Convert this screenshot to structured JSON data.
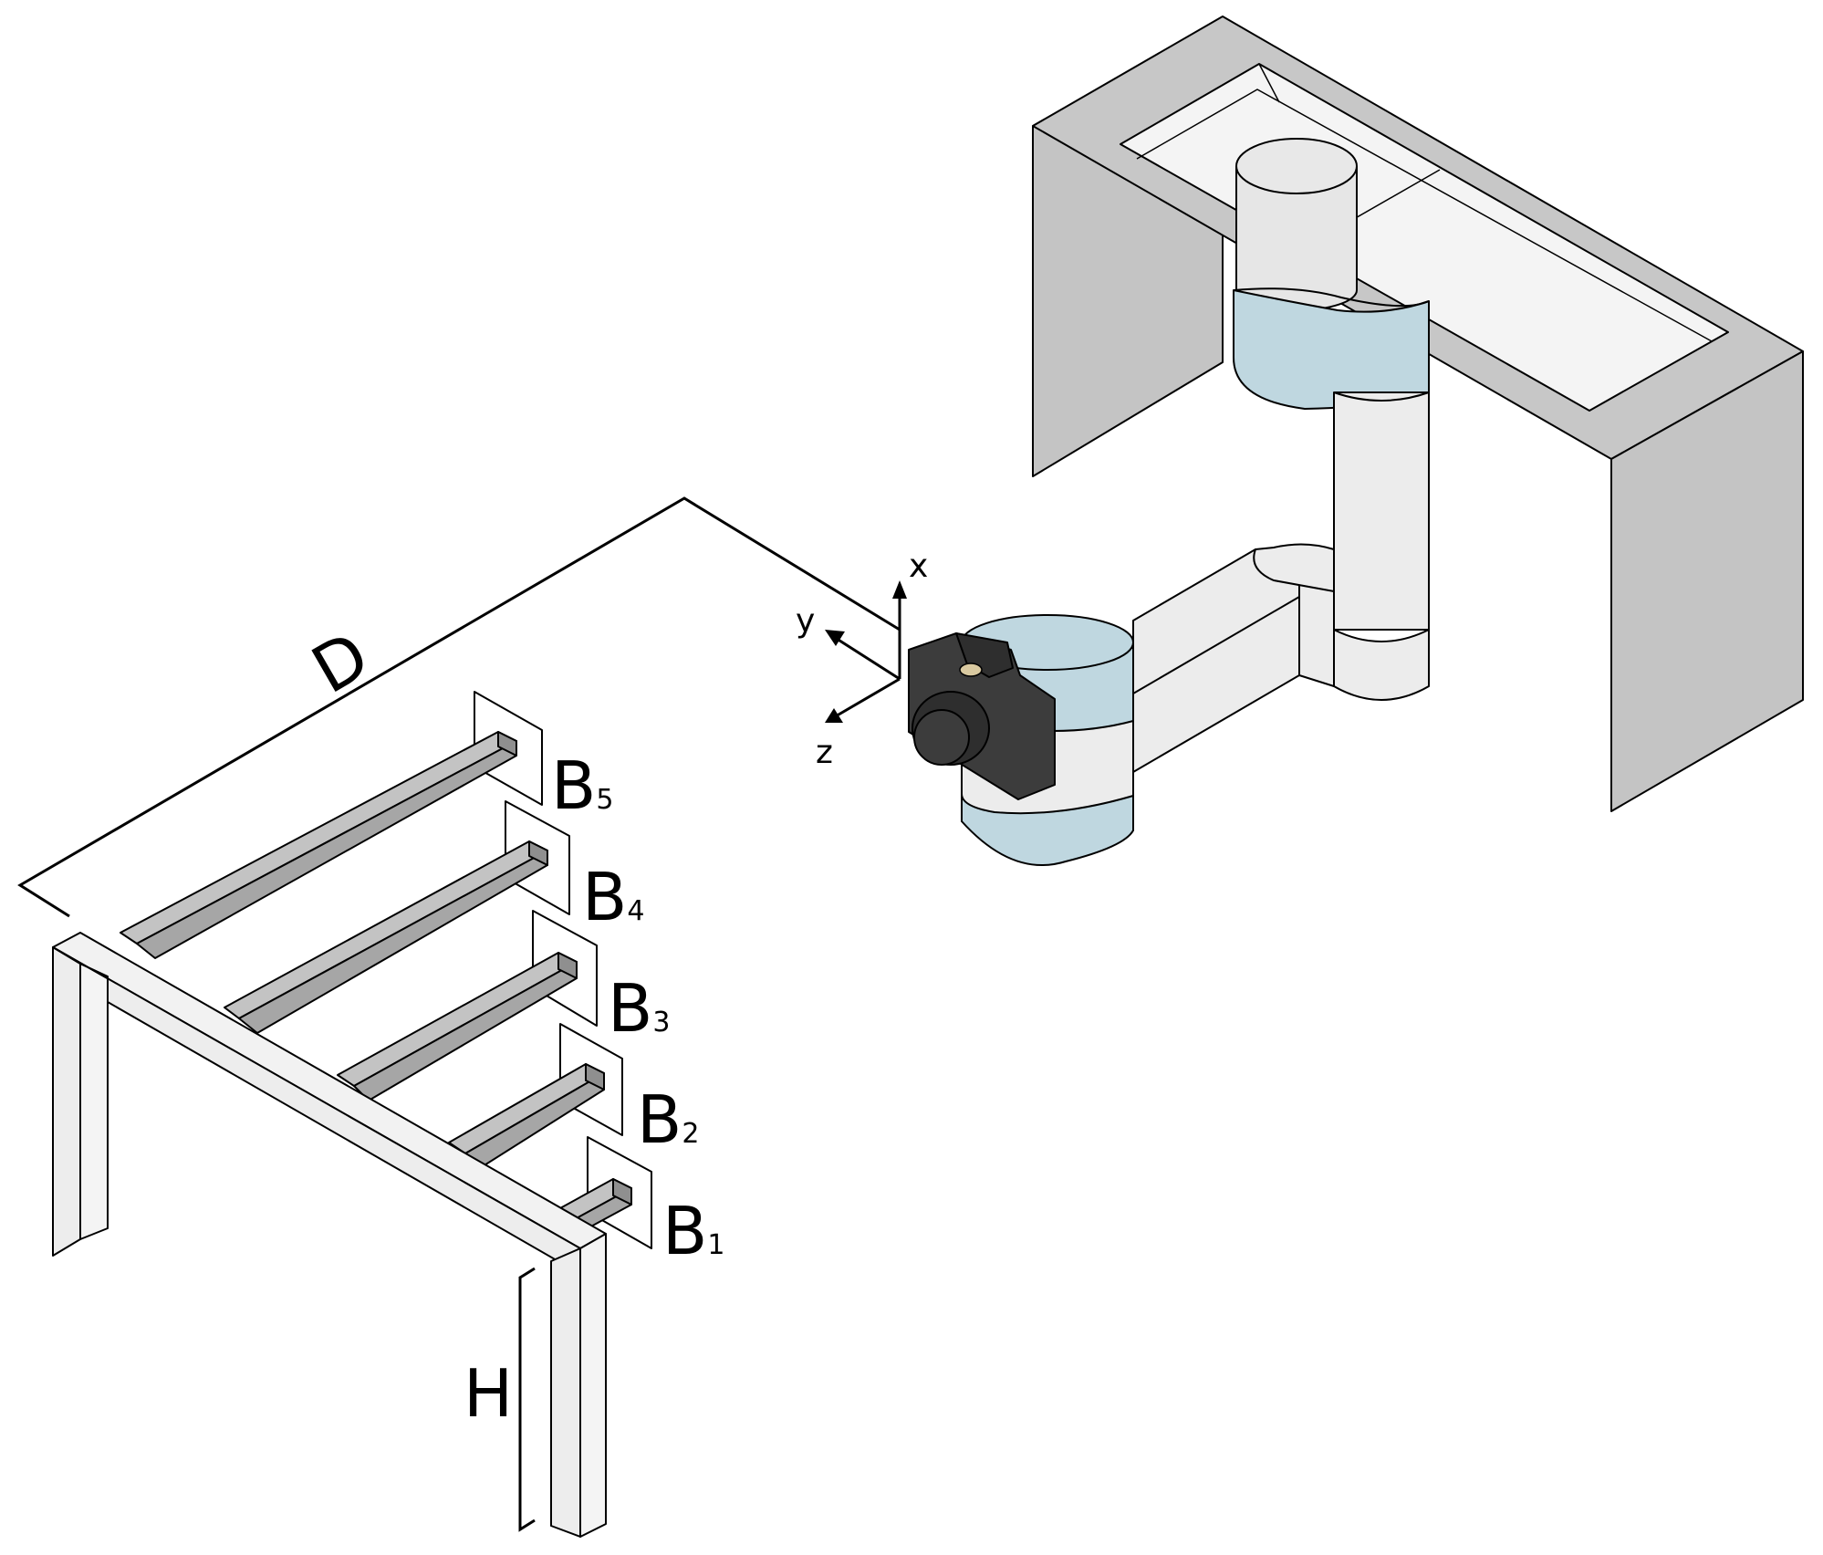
{
  "labels": {
    "distance": "D",
    "height": "H",
    "bars": [
      {
        "main": "B",
        "sub": "5"
      },
      {
        "main": "B",
        "sub": "4"
      },
      {
        "main": "B",
        "sub": "3"
      },
      {
        "main": "B",
        "sub": "2"
      },
      {
        "main": "B",
        "sub": "1"
      }
    ],
    "axes": {
      "x": "x",
      "y": "y",
      "z": "z"
    }
  },
  "colors": {
    "frame_fill": "#ededed",
    "bar_fill": "#a6a6a6",
    "housing_fill": "#c4c4c4",
    "joint_blue": "#bfd7e0",
    "camera_body": "#3c3c3c",
    "outline": "#000000"
  }
}
